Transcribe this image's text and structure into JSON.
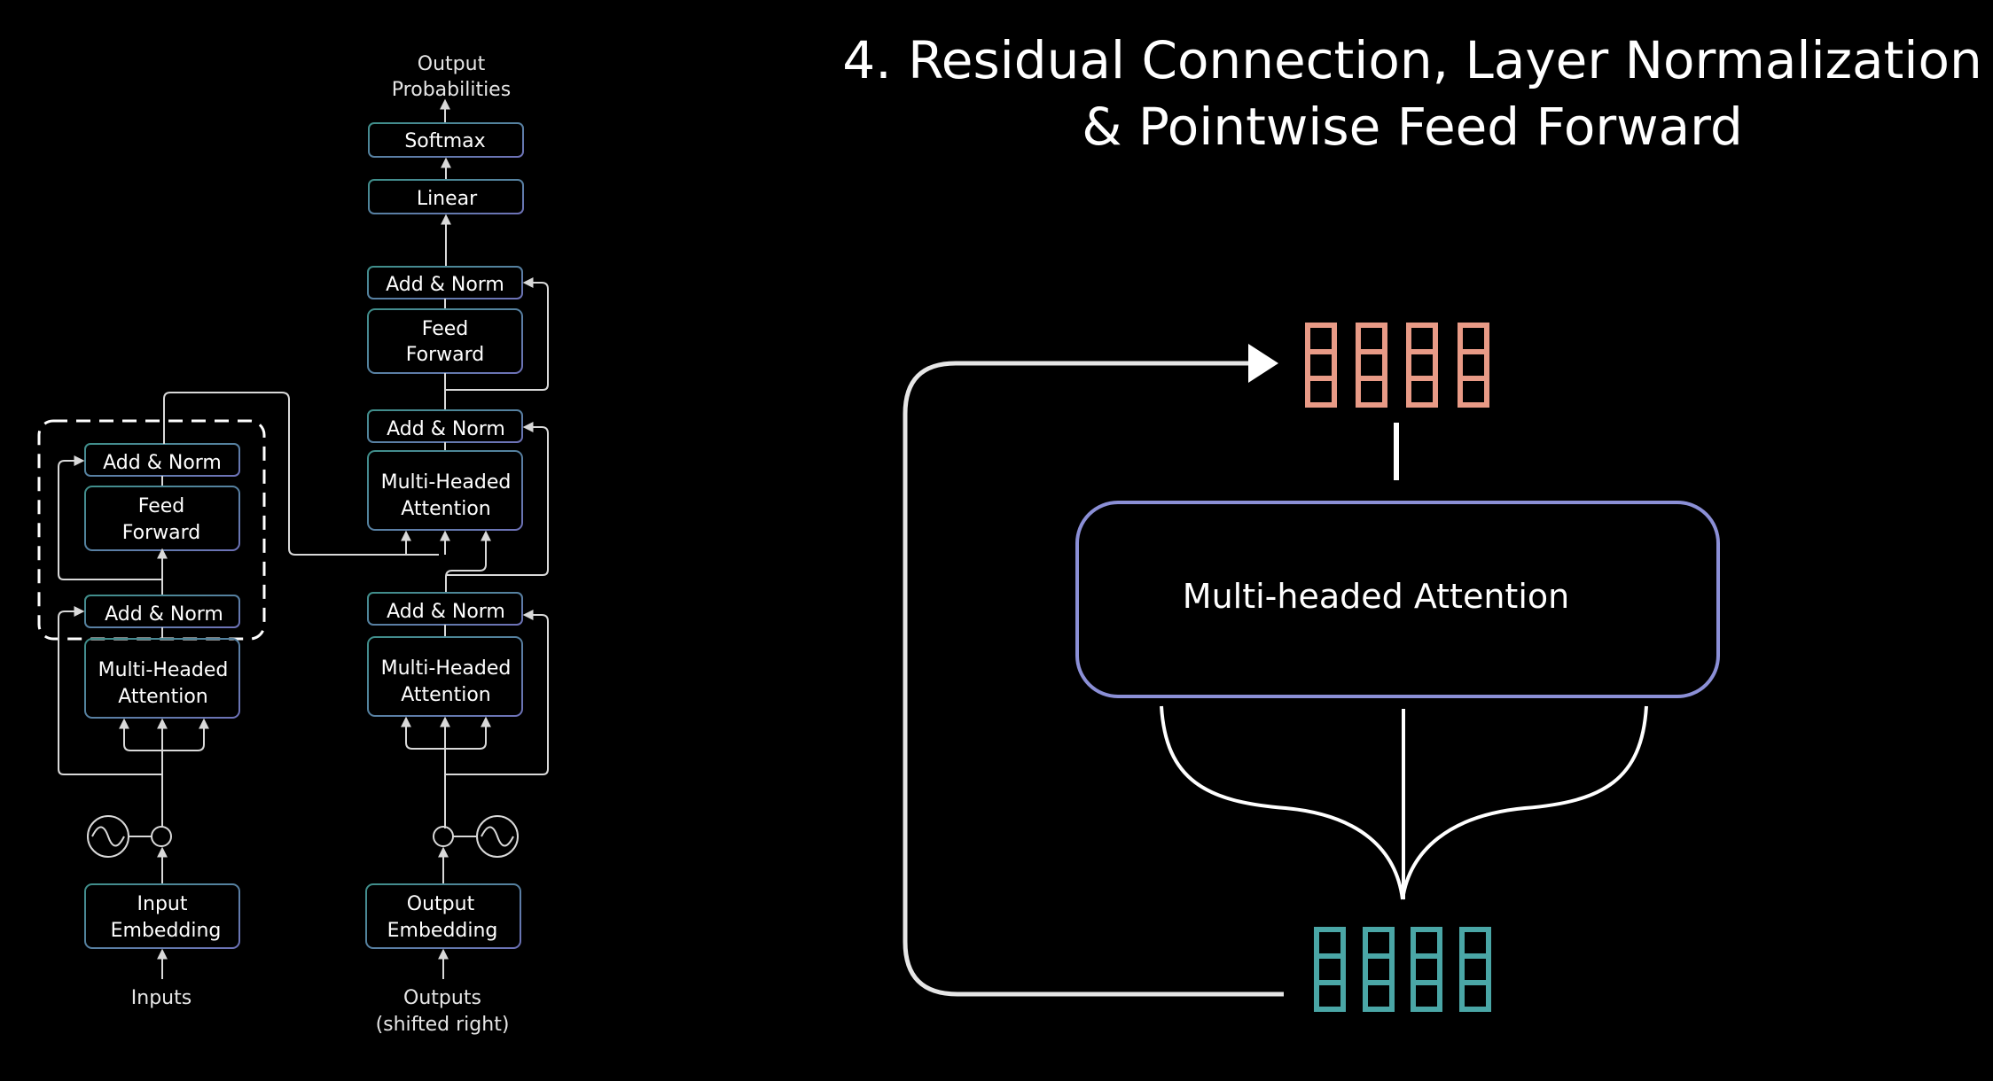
{
  "title": {
    "line1": "4. Residual Connection, Layer Normalization",
    "line2": "& Pointwise Feed Forward"
  },
  "transformer": {
    "output_probabilities": [
      "Output",
      "Probabilities"
    ],
    "softmax": "Softmax",
    "linear": "Linear",
    "add_norm": "Add & Norm",
    "feed_forward": [
      "Feed",
      "Forward"
    ],
    "multi_headed_attention": [
      "Multi-Headed",
      "Attention"
    ],
    "input_embedding": [
      "Input",
      "Embedding"
    ],
    "output_embedding": [
      "Output",
      "Embedding"
    ],
    "inputs": "Inputs",
    "outputs": [
      "Outputs",
      "(shifted right)"
    ]
  },
  "detail": {
    "mha_label": "Multi-headed Attention"
  },
  "colors": {
    "background": "#000000",
    "transformer_box_stroke": "#3f8f8a",
    "transformer_box_stroke_alt": "#6e72b8",
    "mha_box_stroke": "#8b8fd6",
    "output_vector": "#e89a86",
    "input_vector": "#4aa6a6",
    "lines": "#d9d9d9"
  }
}
